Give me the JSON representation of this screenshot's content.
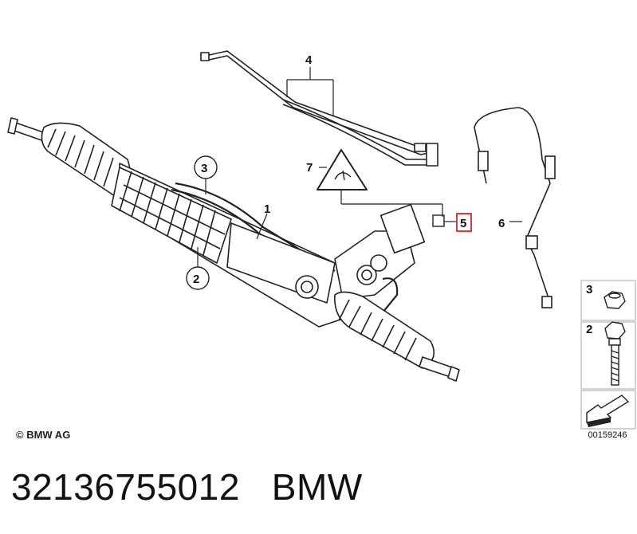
{
  "diagram": {
    "callouts": [
      {
        "id": "callout-1",
        "text": "1"
      },
      {
        "id": "callout-2",
        "text": "2"
      },
      {
        "id": "callout-3",
        "text": "3"
      },
      {
        "id": "callout-4",
        "text": "4"
      },
      {
        "id": "callout-5",
        "text": "5",
        "highlight_color": "#d9252b"
      },
      {
        "id": "callout-6",
        "text": "6"
      },
      {
        "id": "callout-7",
        "text": "7"
      }
    ],
    "legend": [
      {
        "text": "3",
        "icon": "nut-icon"
      },
      {
        "text": "2",
        "icon": "bolt-icon"
      }
    ],
    "copyright": "© BMW AG",
    "image_number": "00159246"
  },
  "caption": {
    "part_number": "32136755012",
    "brand": "BMW"
  }
}
